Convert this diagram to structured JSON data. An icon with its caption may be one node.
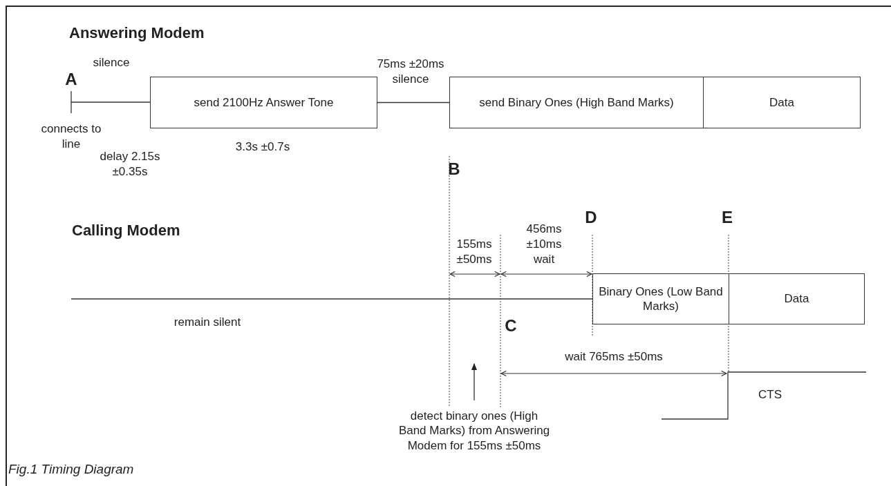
{
  "diagram": {
    "caption": "Fig.1 Timing Diagram",
    "nodes": [
      {
        "text": [
          "send 2100Hz Answer Tone"
        ]
      },
      {
        "text": [
          "send Binary Ones (High Band Marks)"
        ]
      },
      {
        "text": [
          "Data"
        ]
      },
      {
        "text": [
          "Binary Ones (Low Band Marks)"
        ]
      },
      {
        "text": [
          "Data"
        ]
      },
      {
        "text": [
          "detect binary ones (High Band Marks) from Answering Modem for 155ms ±50ms"
        ]
      }
    ],
    "edges": [
      {
        "from": null,
        "to": 0,
        "arrow": "none"
      },
      {
        "from": 0,
        "to": 1,
        "arrow": "none"
      },
      {
        "from": null,
        "to": 3,
        "arrow": "none"
      },
      {
        "from": 5,
        "to": null,
        "arrow": "to"
      }
    ],
    "labels": [
      "Answering Modem",
      "75ms ±20ms silence",
      "silence",
      "A",
      "connects to line",
      "3.3s ±0.7s",
      "B",
      "delay 2.15s ±0.35s",
      "456ms ±10ms wait",
      "D",
      "E",
      "Calling Modem",
      "155ms ±50ms",
      "remain silent",
      "C",
      "wait 765ms ±50ms",
      "CTS"
    ]
  }
}
